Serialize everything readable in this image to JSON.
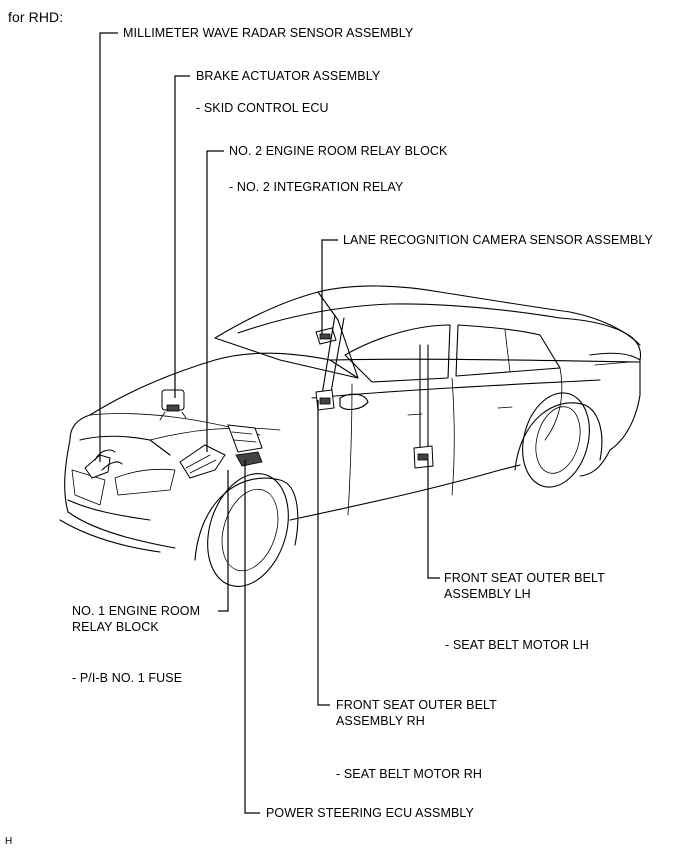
{
  "header": {
    "title": "for RHD:"
  },
  "labels": {
    "radar": "MILLIMETER WAVE RADAR SENSOR ASSEMBLY",
    "brake": "BRAKE ACTUATOR ASSEMBLY",
    "brake_sub": "- SKID CONTROL ECU",
    "relay2": "NO. 2 ENGINE ROOM RELAY BLOCK",
    "relay2_sub": "- NO. 2 INTEGRATION RELAY",
    "camera": "LANE RECOGNITION CAMERA SENSOR ASSEMBLY",
    "belt_lh": "FRONT SEAT OUTER BELT ASSEMBLY LH",
    "belt_lh_sub": "- SEAT BELT MOTOR LH",
    "relay1": "NO. 1 ENGINE ROOM RELAY BLOCK",
    "relay1_sub": "- P/I-B NO. 1 FUSE",
    "belt_rh": "FRONT SEAT OUTER BELT ASSEMBLY RH",
    "belt_rh_sub": "- SEAT BELT MOTOR RH",
    "ps_ecu": "POWER STEERING ECU ASSMBLY"
  },
  "footer": {
    "code": "H"
  }
}
